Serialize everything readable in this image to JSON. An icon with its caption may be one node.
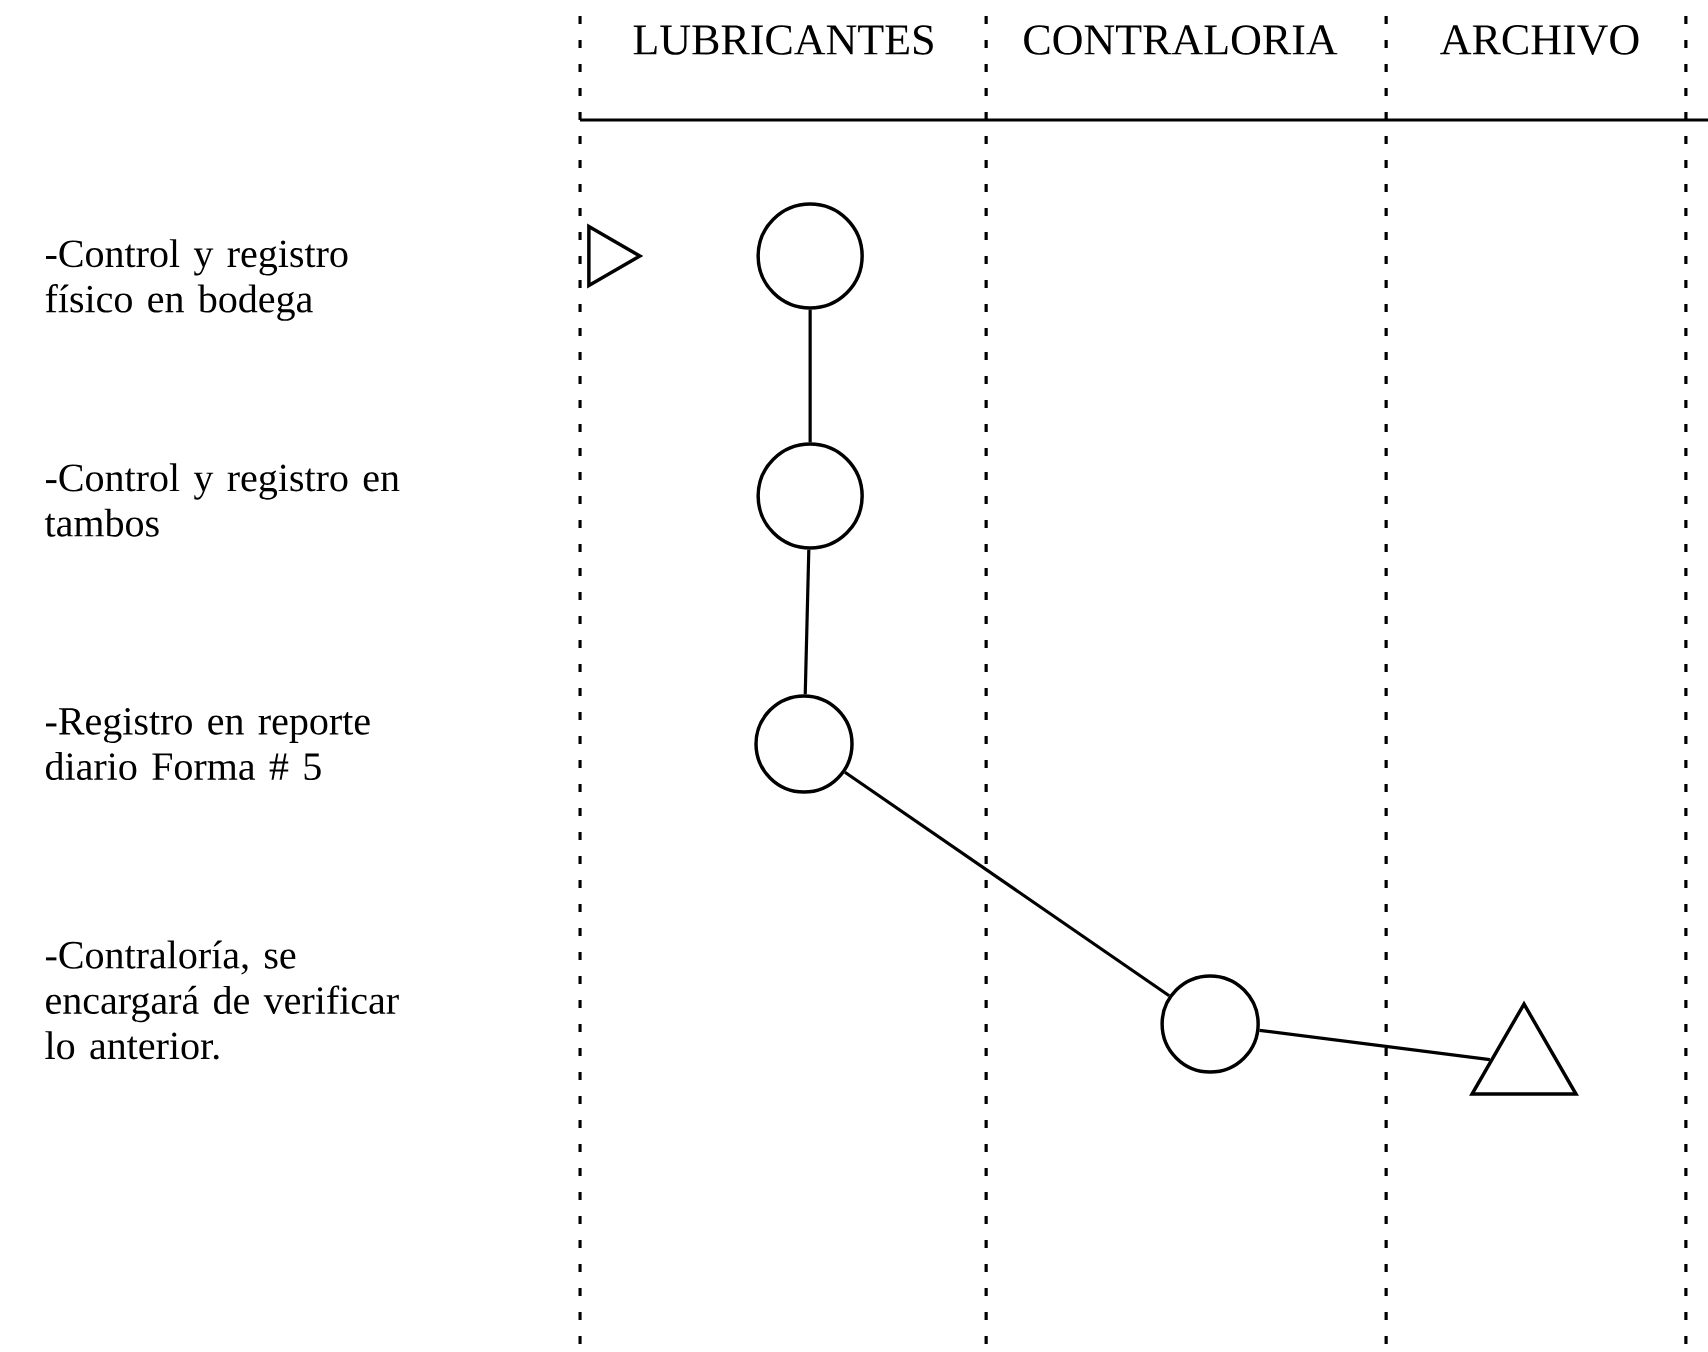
{
  "diagram": {
    "nodes": [
      {
        "text": [],
        "shape": "triangle"
      },
      {
        "text": [],
        "shape": "circle"
      },
      {
        "text": [],
        "shape": "circle"
      },
      {
        "text": [],
        "shape": "circle"
      },
      {
        "text": [],
        "shape": "circle"
      },
      {
        "text": [],
        "shape": "triangle"
      }
    ],
    "edges": [
      {
        "from": 1,
        "to": 2,
        "arrow": "none"
      },
      {
        "from": 2,
        "to": 3,
        "arrow": "none"
      },
      {
        "from": 3,
        "to": 4,
        "arrow": "none"
      },
      {
        "from": 4,
        "to": 5,
        "arrow": "none"
      }
    ],
    "labels": [
      "LUBRICANTES",
      "CONTRALORIA",
      "ARCHIVO",
      "-Control y registro físico en bodega",
      "-Control y registro en tambos",
      "-Registro en reporte diario Forma # 5",
      "-Contraloría, se encargará de verificar lo anterior."
    ]
  }
}
